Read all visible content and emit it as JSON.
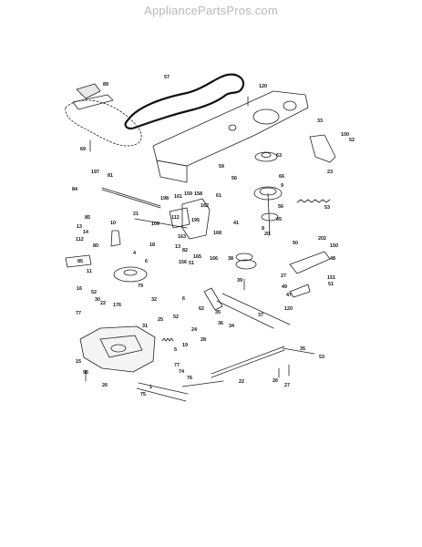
{
  "watermark": "AppliancePartsPros.com",
  "callouts": [
    {
      "id": "c89",
      "label": "89"
    },
    {
      "id": "c57",
      "label": "57"
    },
    {
      "id": "c120a",
      "label": "120"
    },
    {
      "id": "c69",
      "label": "69"
    },
    {
      "id": "c33",
      "label": "33"
    },
    {
      "id": "c100",
      "label": "100"
    },
    {
      "id": "c52a",
      "label": "52"
    },
    {
      "id": "c23",
      "label": "23"
    },
    {
      "id": "c63",
      "label": "63"
    },
    {
      "id": "c56a",
      "label": "56"
    },
    {
      "id": "c59",
      "label": "59"
    },
    {
      "id": "c197",
      "label": "197"
    },
    {
      "id": "c81",
      "label": "81"
    },
    {
      "id": "c84",
      "label": "84"
    },
    {
      "id": "c66",
      "label": "66"
    },
    {
      "id": "c61",
      "label": "61"
    },
    {
      "id": "c9",
      "label": "9"
    },
    {
      "id": "c53",
      "label": "53"
    },
    {
      "id": "c198",
      "label": "198"
    },
    {
      "id": "c161",
      "label": "161"
    },
    {
      "id": "c159",
      "label": "159"
    },
    {
      "id": "c158",
      "label": "158"
    },
    {
      "id": "c162",
      "label": "162"
    },
    {
      "id": "c56b",
      "label": "56"
    },
    {
      "id": "c85a",
      "label": "85"
    },
    {
      "id": "c21",
      "label": "21"
    },
    {
      "id": "c109",
      "label": "109"
    },
    {
      "id": "c112a",
      "label": "112"
    },
    {
      "id": "c195",
      "label": "195"
    },
    {
      "id": "c13",
      "label": "13"
    },
    {
      "id": "c14",
      "label": "14"
    },
    {
      "id": "c112b",
      "label": "112"
    },
    {
      "id": "c80",
      "label": "80"
    },
    {
      "id": "c85b",
      "label": "85"
    },
    {
      "id": "c11",
      "label": "11"
    },
    {
      "id": "c10",
      "label": "10"
    },
    {
      "id": "c4",
      "label": "4"
    },
    {
      "id": "c18",
      "label": "18"
    },
    {
      "id": "c163",
      "label": "163"
    },
    {
      "id": "c168",
      "label": "168"
    },
    {
      "id": "c65",
      "label": "65"
    },
    {
      "id": "c41",
      "label": "41"
    },
    {
      "id": "c8",
      "label": "8"
    },
    {
      "id": "c20",
      "label": "20"
    },
    {
      "id": "c50",
      "label": "50"
    },
    {
      "id": "c202",
      "label": "202"
    },
    {
      "id": "c150",
      "label": "150"
    },
    {
      "id": "c48",
      "label": "48"
    },
    {
      "id": "c13b",
      "label": "13"
    },
    {
      "id": "c51a",
      "label": "51"
    },
    {
      "id": "c82",
      "label": "82"
    },
    {
      "id": "c156",
      "label": "156"
    },
    {
      "id": "c165",
      "label": "165"
    },
    {
      "id": "c166",
      "label": "166"
    },
    {
      "id": "c38",
      "label": "38"
    },
    {
      "id": "c6a",
      "label": "6"
    },
    {
      "id": "c79",
      "label": "79"
    },
    {
      "id": "c16",
      "label": "16"
    },
    {
      "id": "c30",
      "label": "30"
    },
    {
      "id": "c52b",
      "label": "52"
    },
    {
      "id": "c22",
      "label": "22"
    },
    {
      "id": "c176",
      "label": "176"
    },
    {
      "id": "c32",
      "label": "32"
    },
    {
      "id": "c6b",
      "label": "6"
    },
    {
      "id": "c62",
      "label": "62"
    },
    {
      "id": "c35",
      "label": "35"
    },
    {
      "id": "c36",
      "label": "36"
    },
    {
      "id": "c34",
      "label": "34"
    },
    {
      "id": "c37",
      "label": "37"
    },
    {
      "id": "c39",
      "label": "39"
    },
    {
      "id": "c27a",
      "label": "27"
    },
    {
      "id": "c151",
      "label": "151"
    },
    {
      "id": "c49",
      "label": "49"
    },
    {
      "id": "c47",
      "label": "47"
    },
    {
      "id": "c51b",
      "label": "51"
    },
    {
      "id": "c120b",
      "label": "120"
    },
    {
      "id": "c77a",
      "label": "77"
    },
    {
      "id": "c25",
      "label": "25"
    },
    {
      "id": "c31",
      "label": "31"
    },
    {
      "id": "c52c",
      "label": "52"
    },
    {
      "id": "c28",
      "label": "28"
    },
    {
      "id": "c24",
      "label": "24"
    },
    {
      "id": "c19",
      "label": "19"
    },
    {
      "id": "c5",
      "label": "5"
    },
    {
      "id": "c15",
      "label": "15"
    },
    {
      "id": "c96",
      "label": "96"
    },
    {
      "id": "c77b",
      "label": "77"
    },
    {
      "id": "c74",
      "label": "74"
    },
    {
      "id": "c35b",
      "label": "35"
    },
    {
      "id": "c53b",
      "label": "53"
    },
    {
      "id": "c26a",
      "label": "26"
    },
    {
      "id": "c1",
      "label": "1"
    },
    {
      "id": "c75",
      "label": "75"
    },
    {
      "id": "c76",
      "label": "76"
    },
    {
      "id": "c22b",
      "label": "22"
    },
    {
      "id": "c26b",
      "label": "26"
    },
    {
      "id": "c27b",
      "label": "27"
    }
  ]
}
